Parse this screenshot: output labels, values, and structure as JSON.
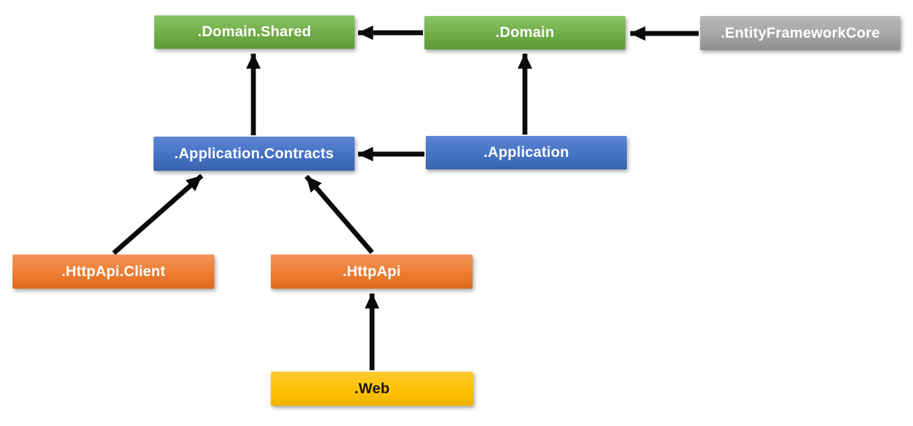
{
  "diagram": {
    "type": "dependency-diagram",
    "nodes": {
      "domain_shared": {
        "label": ".Domain.Shared",
        "color": "green"
      },
      "domain": {
        "label": ".Domain",
        "color": "green"
      },
      "entity_framework_core": {
        "label": ".EntityFrameworkCore",
        "color": "gray"
      },
      "application_contracts": {
        "label": ".Application.Contracts",
        "color": "blue"
      },
      "application": {
        "label": ".Application",
        "color": "blue"
      },
      "httpapi_client": {
        "label": ".HttpApi.Client",
        "color": "orange"
      },
      "httpapi": {
        "label": ".HttpApi",
        "color": "orange"
      },
      "web": {
        "label": ".Web",
        "color": "yellow"
      }
    },
    "edges": [
      {
        "from": ".Domain",
        "to": ".Domain.Shared"
      },
      {
        "from": ".EntityFrameworkCore",
        "to": ".Domain"
      },
      {
        "from": ".Application.Contracts",
        "to": ".Domain.Shared"
      },
      {
        "from": ".Application",
        "to": ".Domain"
      },
      {
        "from": ".Application",
        "to": ".Application.Contracts"
      },
      {
        "from": ".HttpApi.Client",
        "to": ".Application.Contracts"
      },
      {
        "from": ".HttpApi",
        "to": ".Application.Contracts"
      },
      {
        "from": ".Web",
        "to": ".HttpApi"
      }
    ],
    "colors": {
      "green": {
        "top": "#8bc468",
        "base": "#70ad47",
        "bottom": "#5f9a3a",
        "text": "#ffffff"
      },
      "blue": {
        "top": "#5d85d2",
        "base": "#4472c4",
        "bottom": "#3a63ac",
        "text": "#ffffff"
      },
      "orange": {
        "top": "#f1945a",
        "base": "#ed7d31",
        "bottom": "#dd6b1f",
        "text": "#ffffff"
      },
      "gray": {
        "top": "#b8b8b8",
        "base": "#a5a5a5",
        "bottom": "#8e8e8e",
        "text": "#ffffff"
      },
      "yellow": {
        "top": "#ffcd33",
        "base": "#ffc000",
        "bottom": "#efb400",
        "text": "#161616"
      },
      "arrow": "#0a0a0a",
      "background": "#ffffff"
    }
  }
}
